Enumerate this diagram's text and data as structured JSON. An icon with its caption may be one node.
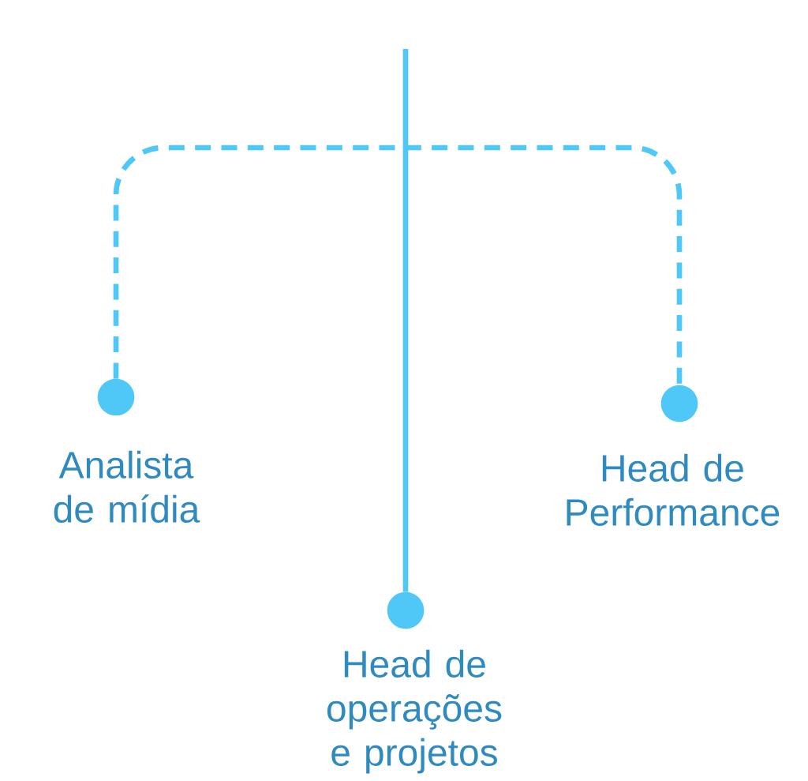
{
  "diagram": {
    "nodes": [
      {
        "text": [
          "Analista de mídia"
        ]
      },
      {
        "text": [
          "Head de Performance"
        ]
      },
      {
        "text": [
          "Head de operações e projetos"
        ]
      }
    ],
    "edges": [
      {
        "from": 0,
        "to": 1,
        "arrow": "none",
        "style": "dashed"
      },
      {
        "from": null,
        "to": 2,
        "arrow": "none"
      }
    ]
  }
}
